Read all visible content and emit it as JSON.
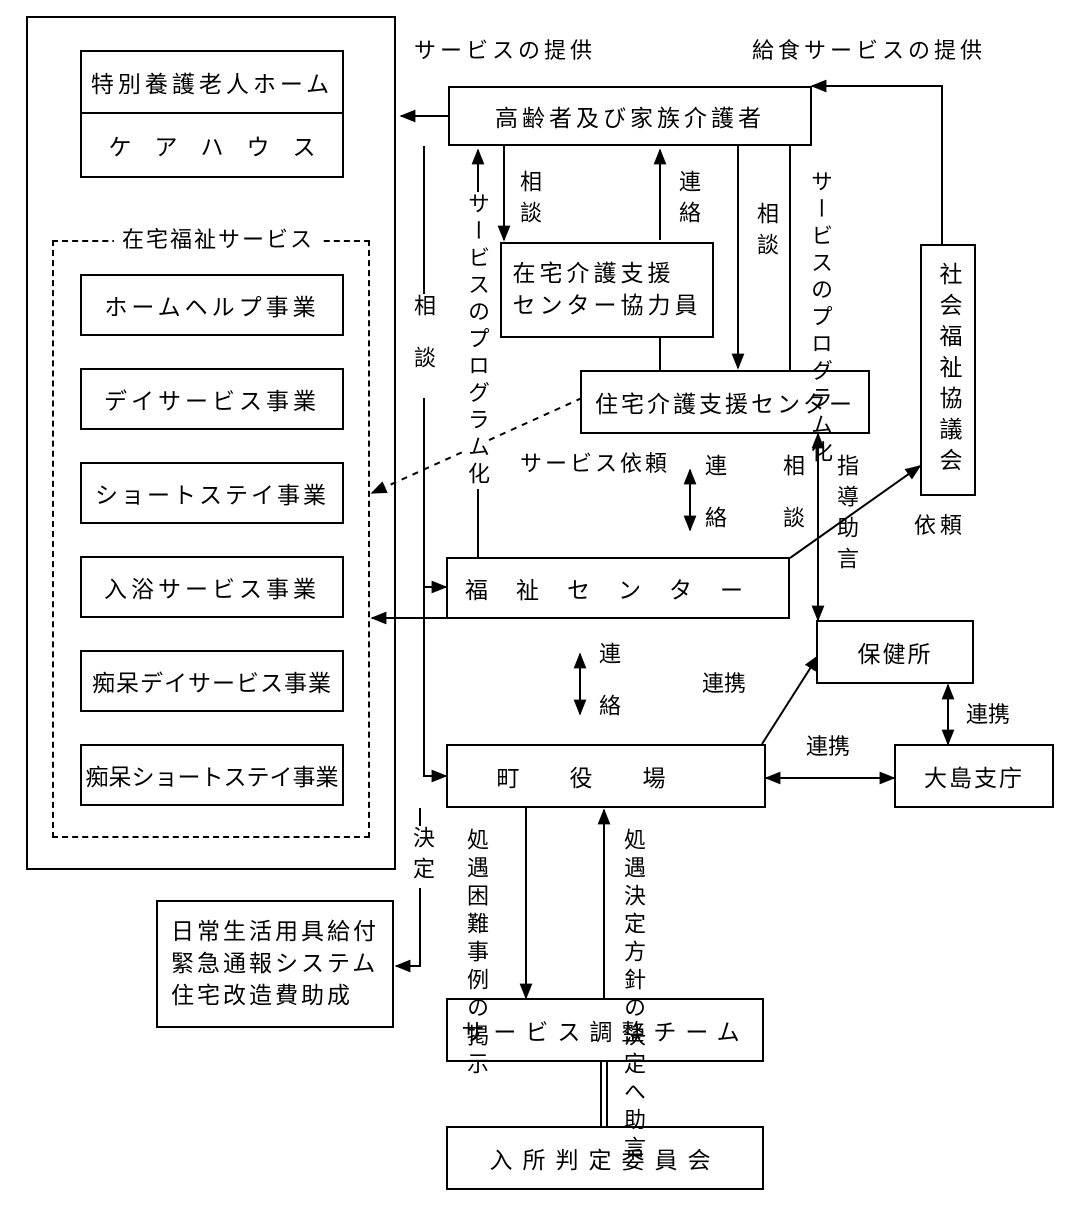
{
  "facilities": {
    "nursing_home": "特別養護老人ホーム",
    "care_house": "ケ　ア　ハ　ウ　ス"
  },
  "home_welfare": {
    "title": "在宅福祉サービス",
    "items": [
      "ホームヘルプ事業",
      "デイサービス事業",
      "ショートステイ事業",
      "入浴サービス事業",
      "痴呆デイサービス事業",
      "痴呆ショートステイ事業"
    ]
  },
  "nodes": {
    "elderly": "高齢者及び家族介護者",
    "support_staff": "在宅介護支援\nセンター協力員",
    "support_center": "住宅介護支援センター",
    "council": "社会福祉協議会",
    "welfare_center": "福祉センター",
    "health_office": "保健所",
    "town_office": "町役場",
    "branch_office": "大島支庁",
    "adjust_team": "サービス調整チーム",
    "admission_committee": "入所判定委員会",
    "benefits": "日常生活用具給付\n緊急通報システム\n住宅改造費助成"
  },
  "labels": {
    "service_provision": "サービスの提供",
    "meal_service": "給食サービスの提供",
    "consult": "相談",
    "contact": "連絡",
    "service_program_left": "サービスのプログラム化",
    "service_program_right": "サービスのプログラム化",
    "service_request": "サービス依頼",
    "guidance_advice": "指導助言",
    "request": "依頼",
    "cooperation": "連携",
    "decision": "決定",
    "difficult_cases": "処遇困難事例の掲示",
    "policy_advice": "処遇決定方針の決定へ助言"
  }
}
